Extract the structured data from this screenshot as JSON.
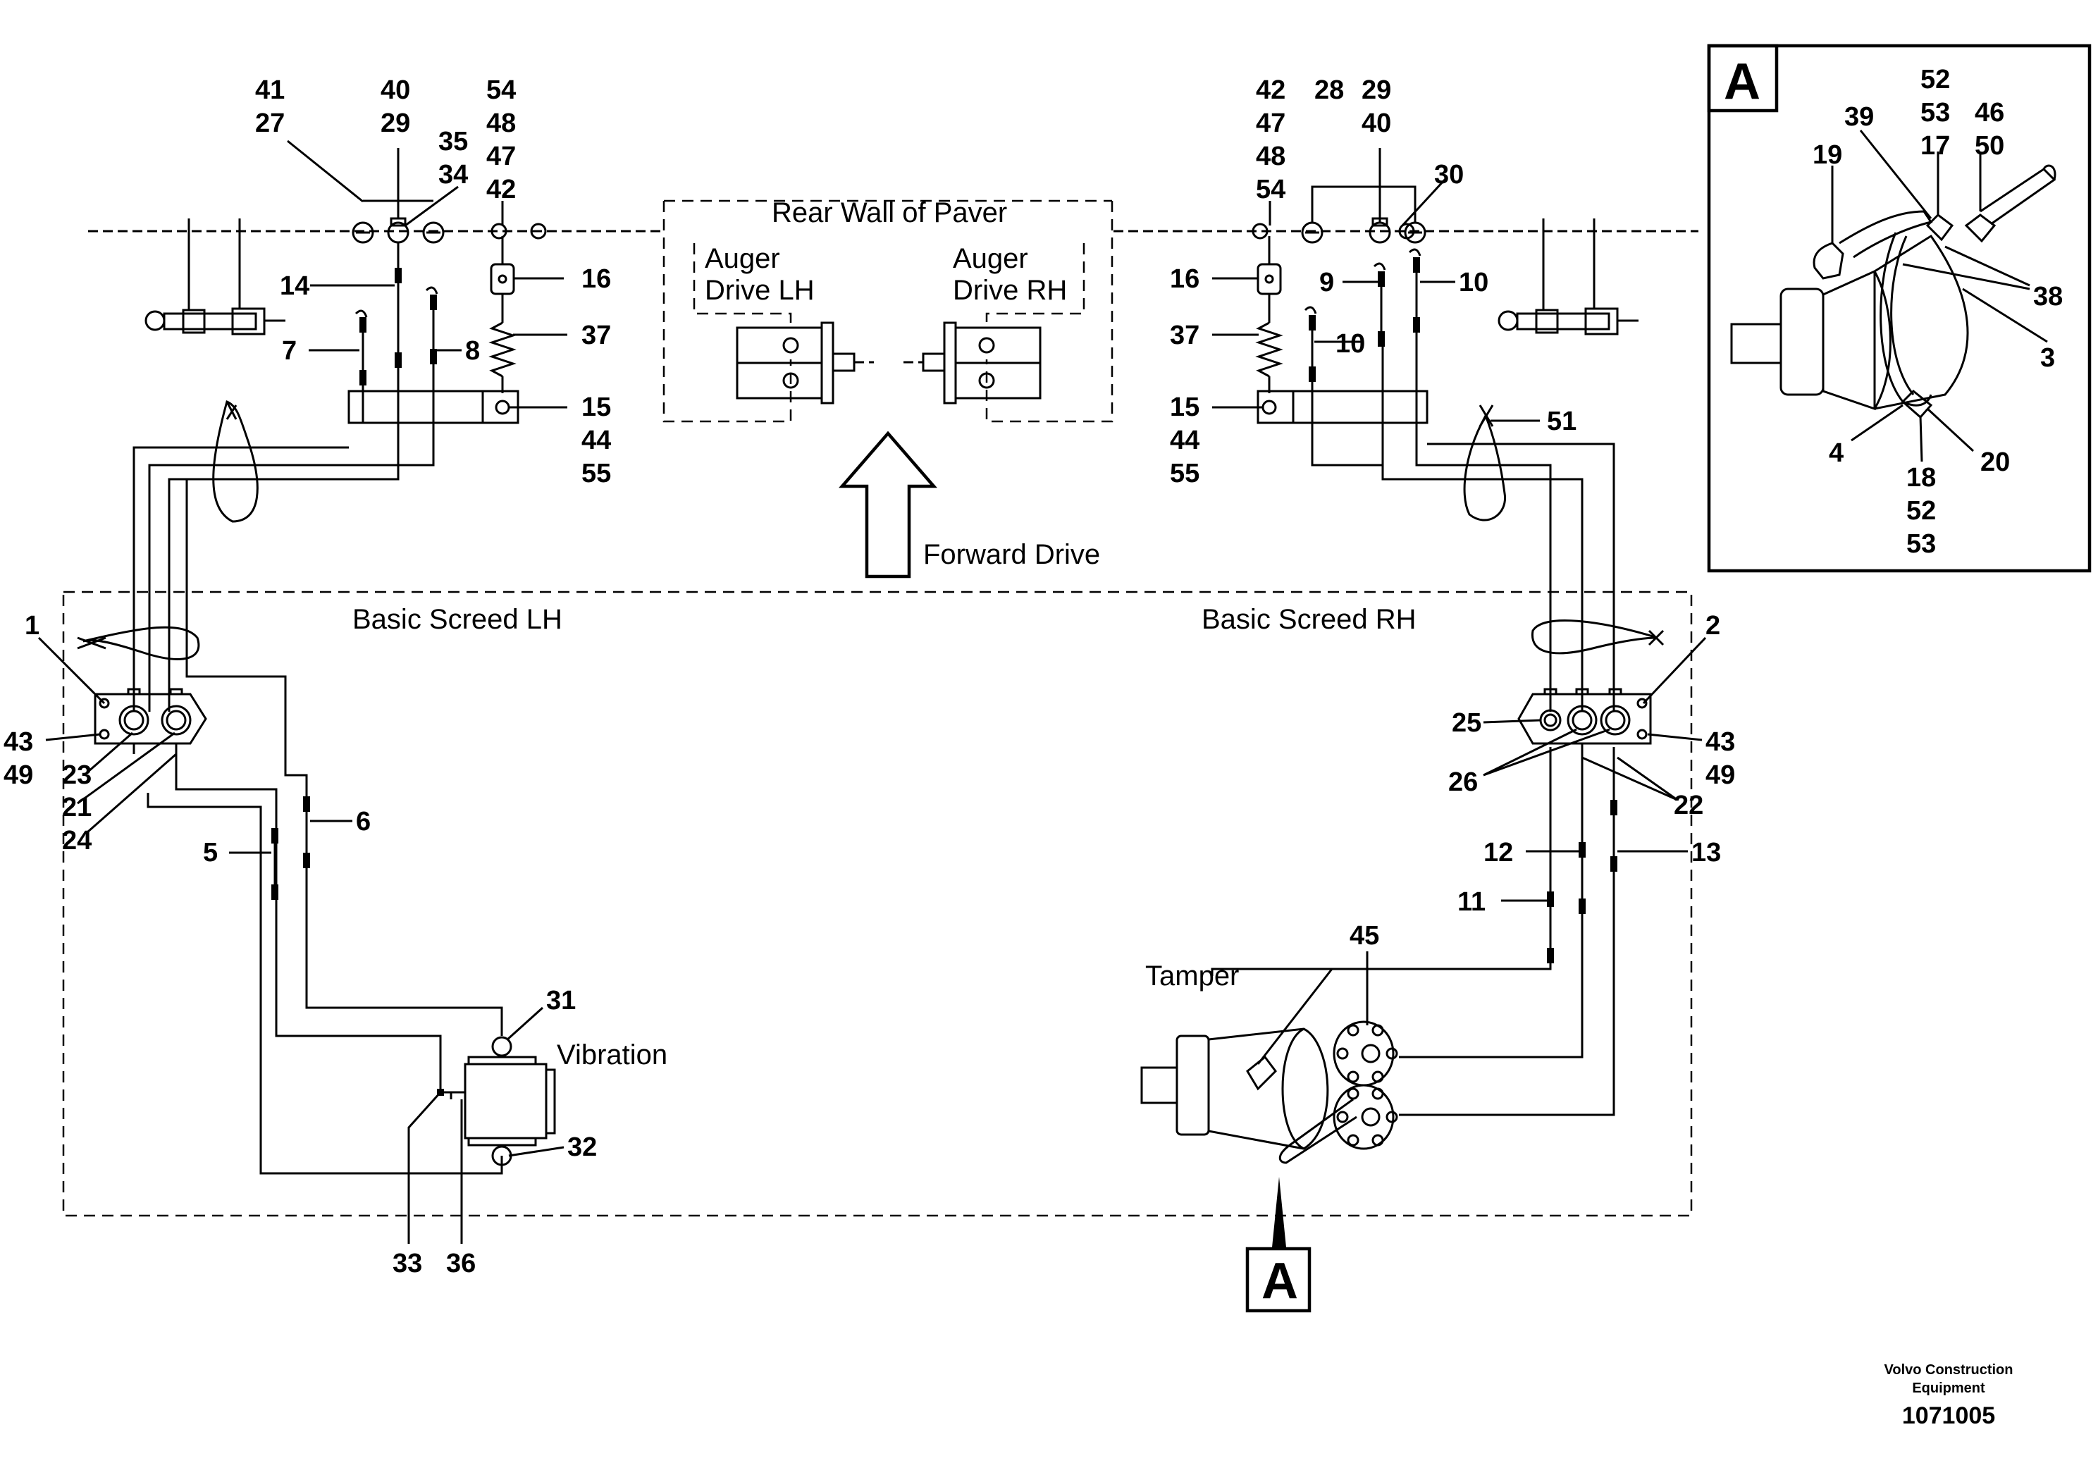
{
  "labels": {
    "rear_wall": "Rear Wall of Paver",
    "auger_lh_1": "Auger",
    "auger_lh_2": "Drive LH",
    "auger_rh_1": "Auger",
    "auger_rh_2": "Drive RH",
    "forward_drive": "Forward Drive",
    "screed_lh": "Basic Screed LH",
    "screed_rh": "Basic Screed RH",
    "vibration": "Vibration",
    "tamper": "Tamper",
    "detail_a": "A",
    "view_a": "A"
  },
  "footer": {
    "maker_1": "Volvo Construction",
    "maker_2": "Equipment",
    "doc_number": "1071005"
  },
  "callouts": {
    "c41": "41",
    "c27": "27",
    "c40": "40",
    "c29": "29",
    "c54": "54",
    "c48": "48",
    "c47": "47",
    "c42": "42",
    "c35": "35",
    "c34": "34",
    "c14": "14",
    "c16": "16",
    "c7": "7",
    "c8": "8",
    "c37": "37",
    "c15": "15",
    "c44": "44",
    "c55": "55",
    "r42": "42",
    "r47": "47",
    "r48": "48",
    "r54": "54",
    "r28": "28",
    "r29": "29",
    "r40": "40",
    "r30": "30",
    "r16": "16",
    "r9": "9",
    "r10a": "10",
    "r37": "37",
    "r10b": "10",
    "r15": "15",
    "r44": "44",
    "r55": "55",
    "r51": "51",
    "l1": "1",
    "l43": "43",
    "l49": "49",
    "l23": "23",
    "l21": "21",
    "l24": "24",
    "l6": "6",
    "l5": "5",
    "l31": "31",
    "l32": "32",
    "l33": "33",
    "l36": "36",
    "r2": "2",
    "r25": "25",
    "r43": "43",
    "r49": "49",
    "r26": "26",
    "r22": "22",
    "r12": "12",
    "r13": "13",
    "r11": "11",
    "r45": "45",
    "a52": "52",
    "a53": "53",
    "a17": "17",
    "a46": "46",
    "a50": "50",
    "a39": "39",
    "a19": "19",
    "a38": "38",
    "a3": "3",
    "a4": "4",
    "a20": "20",
    "a18": "18",
    "a52b": "52",
    "a53b": "53"
  }
}
